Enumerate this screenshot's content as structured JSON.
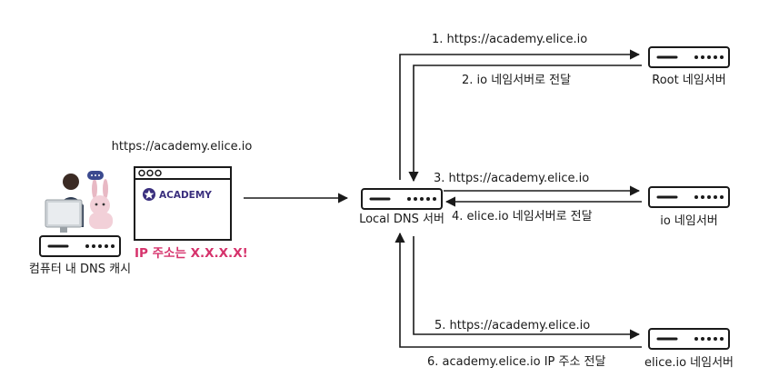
{
  "browser": {
    "url": "https://academy.elice.io",
    "brand": "ACADEMY"
  },
  "client": {
    "label": "컴퓨터 내 DNS 캐시",
    "cache_result": "IP 주소는 X.X.X.X!"
  },
  "servers": {
    "local": "Local DNS 서버",
    "root": "Root 네임서버",
    "io": "io 네임서버",
    "elice": "elice.io 네임서버"
  },
  "steps": [
    "1. https://academy.elice.io",
    "2. io 네임서버로 전달",
    "3. https://academy.elice.io",
    "4. elice.io 네임서버로 전달",
    "5. https://academy.elice.io",
    "6. academy.elice.io IP 주소 전달"
  ],
  "colors": {
    "line": "#1a1a1a",
    "accent": "#d6336c",
    "brand": "#3a2f7e"
  }
}
